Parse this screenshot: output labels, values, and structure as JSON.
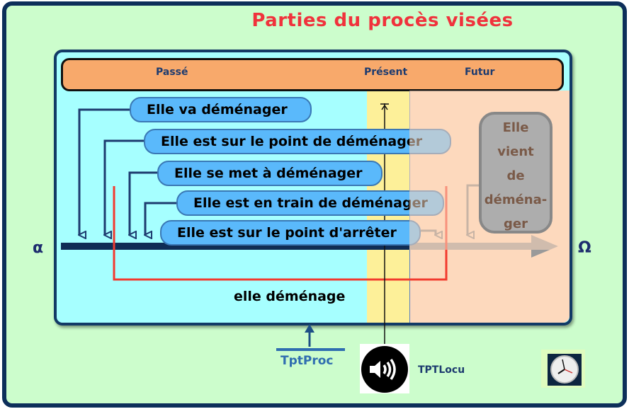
{
  "title": "Parties du procès visées",
  "header": {
    "past": "Passé",
    "present": "Présent",
    "future": "Futur"
  },
  "bubbles": [
    "Elle va déménager",
    "Elle est sur le point de déménager",
    "Elle se met à déménager",
    "Elle est en train de déménager",
    "Elle est sur le point d'arrêter"
  ],
  "after_bubble": [
    "Elle",
    "vient",
    "de",
    "déména-",
    "ger"
  ],
  "process_label": "elle déménage",
  "alpha": "α",
  "omega": "Ω",
  "tpt_proc": "TptProc",
  "tpt_locu": "TPTLocu",
  "colors": {
    "title": "#f0323c",
    "past": "#a6ffff",
    "present": "#fdf099",
    "future": "#fdd9bd",
    "bubble": "#5ab9fb"
  }
}
